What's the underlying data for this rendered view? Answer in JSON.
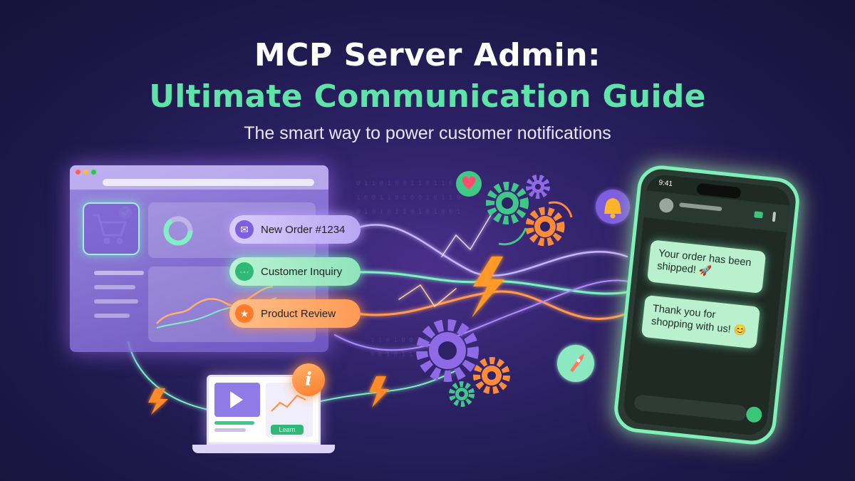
{
  "header": {
    "title_line1": "MCP Server Admin:",
    "title_line2": "Ultimate Communication Guide",
    "subtitle": "The smart way to power customer notifications"
  },
  "notifications": [
    {
      "label": "New Order #1234",
      "icon": "envelope-icon",
      "color": "#7d5fe0"
    },
    {
      "label": "Customer Inquiry",
      "icon": "chat-bubble-icon",
      "color": "#2fb878"
    },
    {
      "label": "Product Review",
      "icon": "star-icon",
      "color": "#ff7a2a"
    }
  ],
  "phone": {
    "clock": "9:41",
    "messages": [
      {
        "text": "Your order has been shipped! 🚀"
      },
      {
        "text": "Thank you for shopping with us! 😊"
      }
    ]
  },
  "laptop": {
    "learn_label": "Learn",
    "info_glyph": "i"
  },
  "colors": {
    "accent_green": "#5fe3a8",
    "accent_purple": "#7d5fe0",
    "accent_orange": "#ff7a2a",
    "background": "#1c1848"
  }
}
